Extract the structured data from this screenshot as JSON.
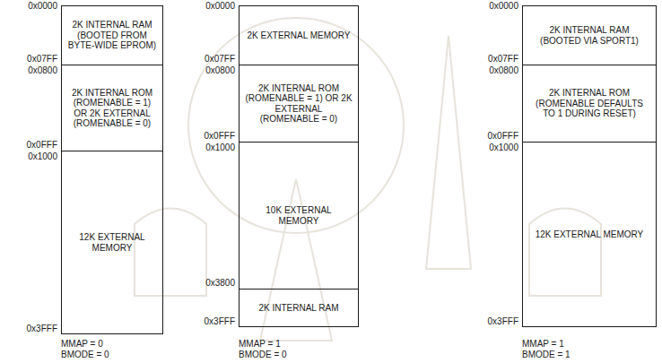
{
  "diagram": {
    "nodes": [
      {
        "text": [
          "2K INTERNAL RAM (BOOTED FROM BYTE-WIDE EPROM)"
        ]
      },
      {
        "text": [
          "2K INTERNAL ROM (ROMENABLE = 1) OR 2K EXTERNAL (ROMENABLE = 0)"
        ]
      },
      {
        "text": [
          "12K EXTERNAL MEMORY"
        ]
      },
      {
        "text": [
          "2K EXTERNAL MEMORY"
        ]
      },
      {
        "text": [
          "2K INTERNAL ROM (ROMENABLE = 1) OR 2K EXTERNAL (ROMENABLE = 0)"
        ]
      },
      {
        "text": [
          "10K EXTERNAL MEMORY"
        ]
      },
      {
        "text": [
          "2K INTERNAL RAM"
        ]
      },
      {
        "text": [
          "2K INTERNAL RAM (BOOTED VIA SPORT1)"
        ]
      },
      {
        "text": [
          "2K INTERNAL ROM (ROMENABLE DEFAULTS TO 1 DURING RESET)"
        ]
      },
      {
        "text": [
          "12K EXTERNAL MEMORY"
        ]
      }
    ],
    "edges": [],
    "labels": [
      "0x0000",
      "0x07FF",
      "0x0800",
      "0x0FFF",
      "0x1000",
      "0x3FFF",
      "MMAP = 0",
      "BMODE = 0",
      "0x0000",
      "0x07FF",
      "0x0800",
      "0x0FFF",
      "0x1000",
      "0x3800",
      "0x3FFF",
      "MMAP = 1",
      "BMODE = 0",
      "0x0000",
      "0x07FF",
      "0x0800",
      "0x0FFF",
      "0x1000",
      "0x3FFF",
      "MMAP = 1",
      "BMODE = 1"
    ]
  }
}
